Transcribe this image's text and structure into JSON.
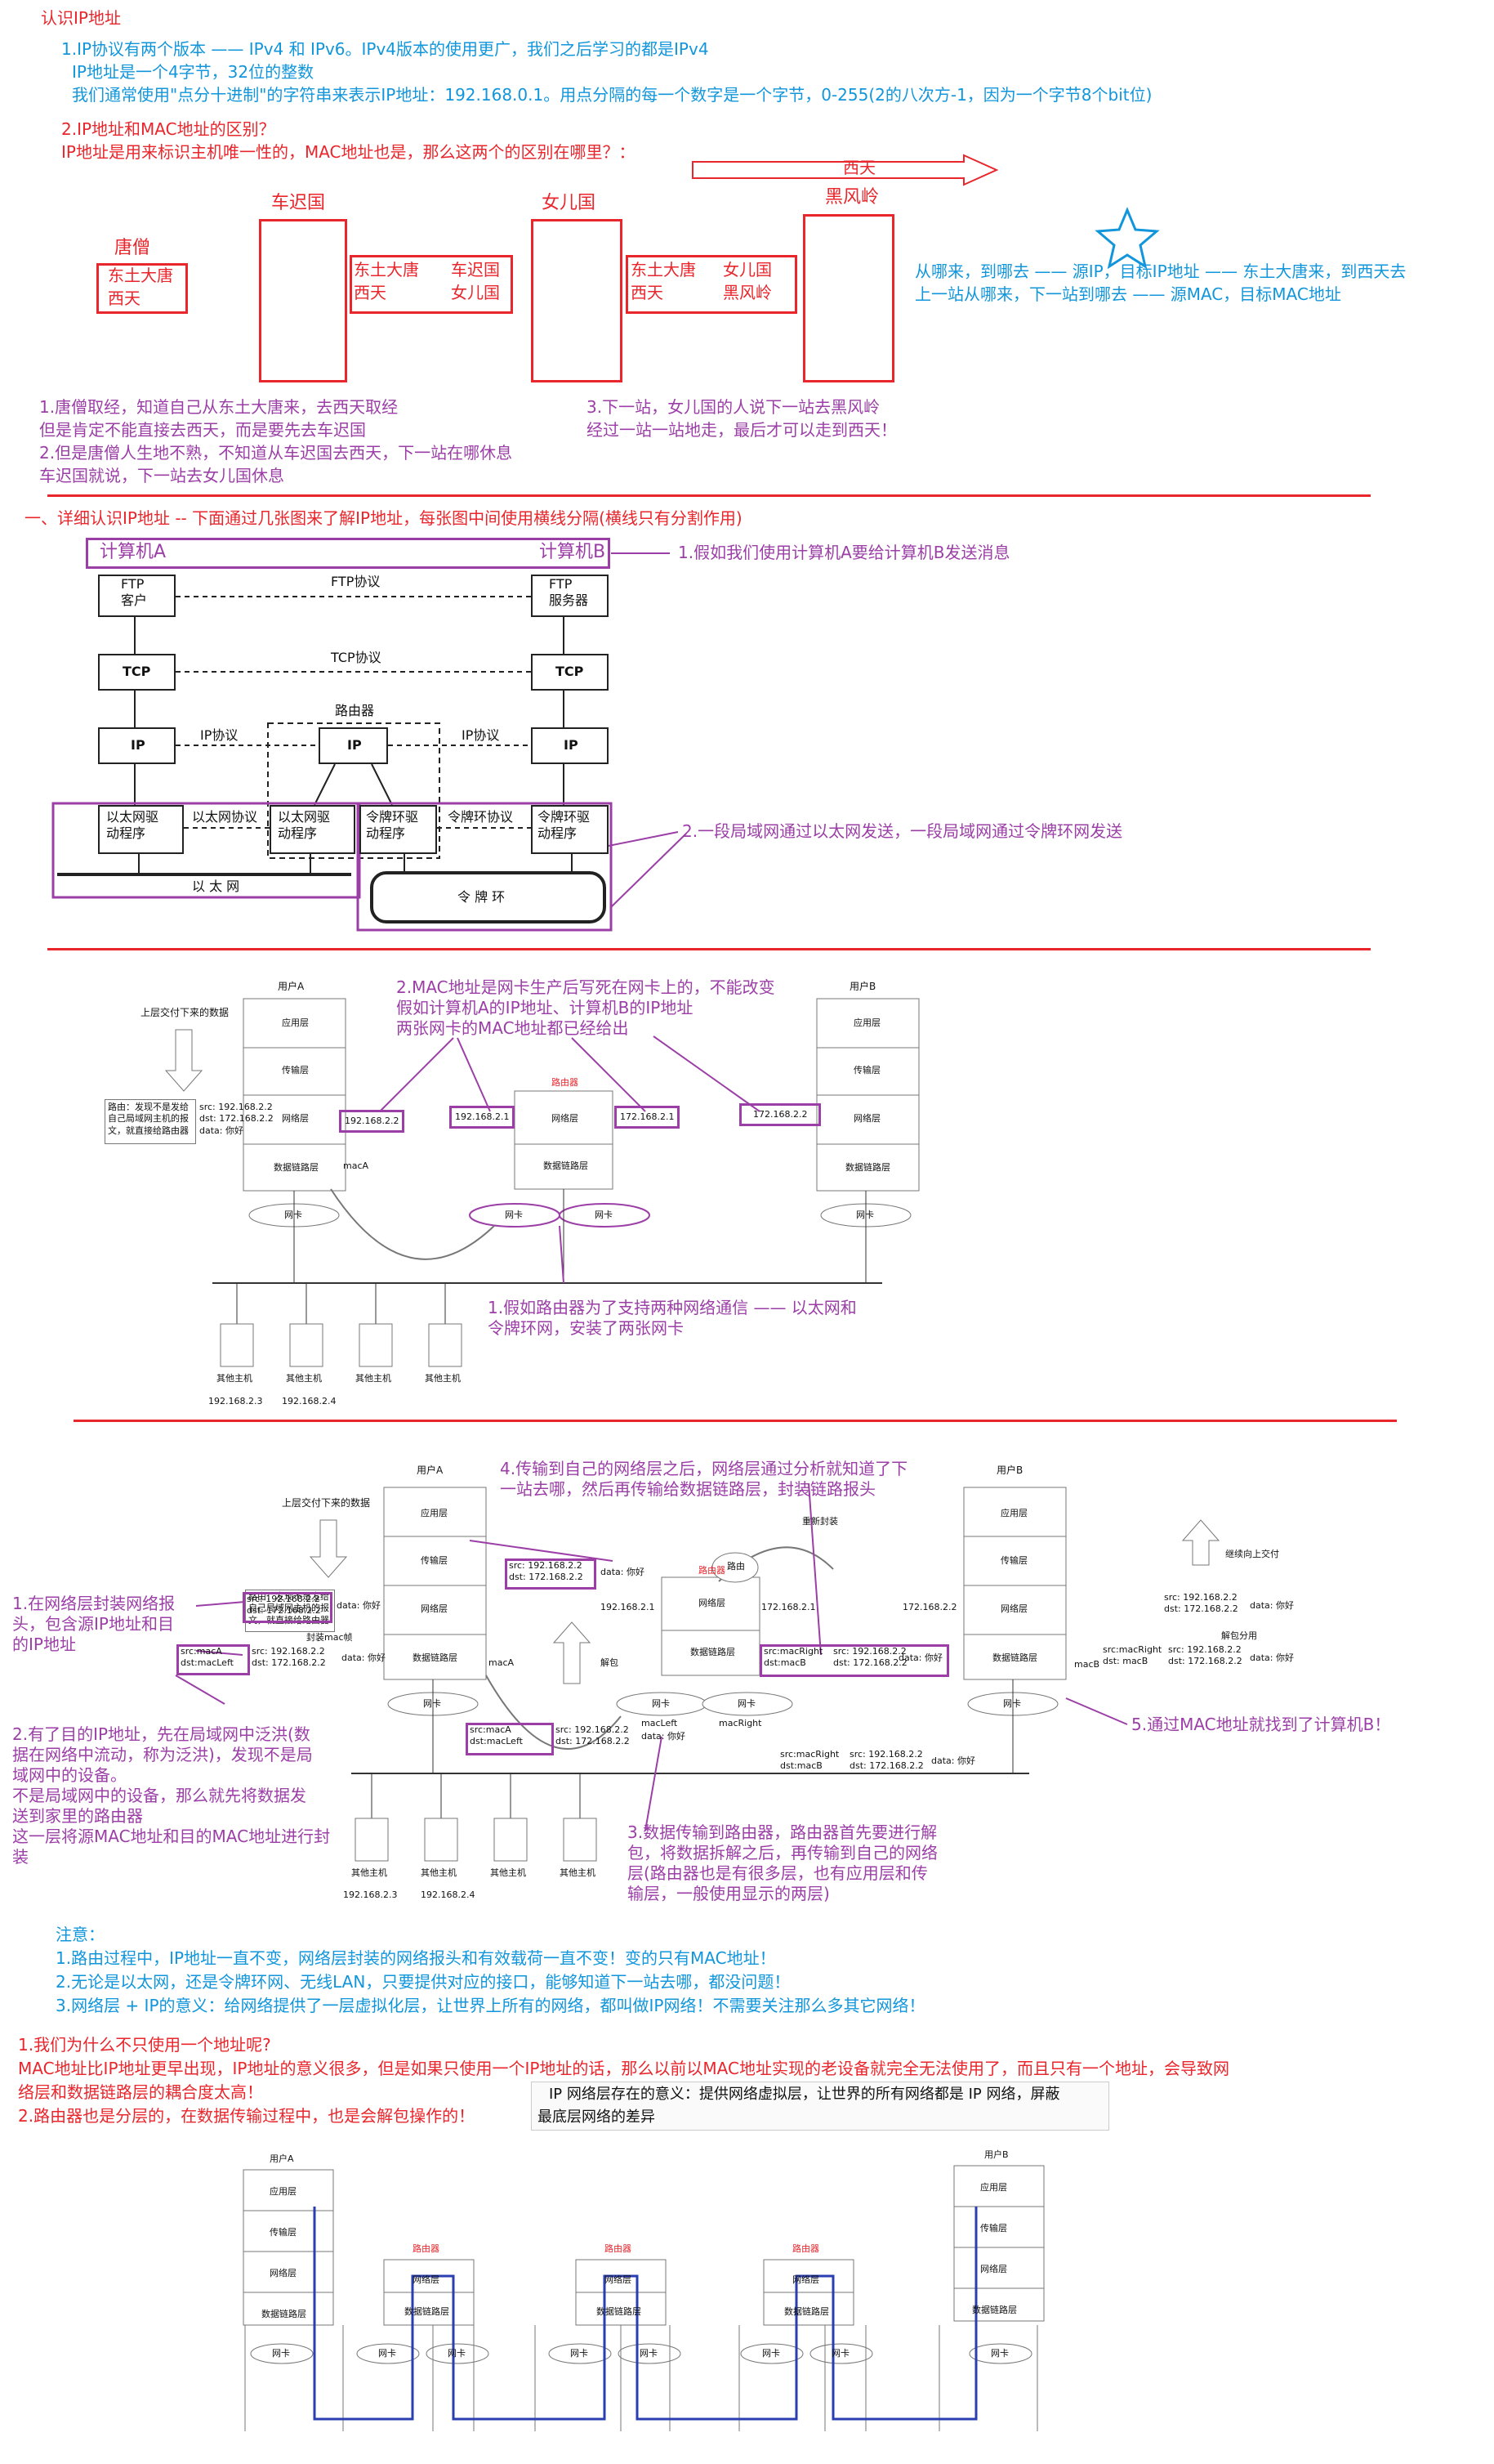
{
  "colors": {
    "red": "#e8262c",
    "blue": "#1296db",
    "purple": "#9b3fa7",
    "darkblue": "#2a3eb1"
  },
  "intro": {
    "title": "认识IP地址",
    "l1": "1.IP协议有两个版本 —— IPv4 和 IPv6。IPv4版本的使用更广，我们之后学习的都是IPv4",
    "l2": "IP地址是一个4字节，32位的整数",
    "l3": "我们通常使用\"点分十进制\"的字符串来表示IP地址：192.168.0.1。用点分隔的每一个数字是一个字节，0-255(2的八次方-1，因为一个字节8个bit位)",
    "l4": "2.IP地址和MAC地址的区别？",
    "l5": "IP地址是用来标识主机唯一性的，MAC地址也是，那么这两个的区别在哪里？：",
    "west": "西天",
    "n1": "车迟国",
    "n2": "女儿国",
    "n3": "黑风岭",
    "n0": "唐僧",
    "b0a": "东土大唐",
    "b0b": "西天",
    "b1a": "东土大唐",
    "b1b": "西天",
    "b1c": "车迟国",
    "b1d": "女儿国",
    "b2a": "东土大唐",
    "b2b": "西天",
    "b2c": "女儿国",
    "b2d": "黑风岭",
    "star_note1": "从哪来，到哪去 —— 源IP，目标IP地址 —— 东土大唐来，到西天去",
    "star_note2": "上一站从哪来，下一站到哪去 —— 源MAC，目标MAC地址",
    "p1": "1.唐僧取经，知道自己从东土大唐来，去西天取经",
    "p2": "但是肯定不能直接去西天，而是要先去车迟国",
    "p3": "2.但是唐僧人生地不熟，不知道从车迟国去西天，下一站在哪休息",
    "p4": "车迟国就说，下一站去女儿国休息",
    "p5": "3.下一站，女儿国的人说下一站去黑风岭",
    "p6": "经过一站一站地走，最后才可以走到西天！"
  },
  "sec1": {
    "title": "一、详细认识IP地址 -- 下面通过几张图来了解IP地址，每张图中间使用横线分隔(横线只有分割作用)",
    "pcA": "计算机A",
    "pcB": "计算机B",
    "note1": "1.假如我们使用计算机A要给计算机B发送消息",
    "ftp_client": "FTP\n客户",
    "ftp_server": "FTP\n服务器",
    "ftp_proto": "FTP协议",
    "tcp": "TCP",
    "tcp_proto": "TCP协议",
    "ip": "IP",
    "ip_proto": "IP协议",
    "router": "路由器",
    "eth_drv": "以太网驱\n动程序",
    "eth_proto": "以太网协议",
    "tr_drv": "令牌环驱\n动程序",
    "tr_proto": "令牌环协议",
    "eth_net": "以 太 网",
    "tr_net": "令 牌 环",
    "note2": "2.一段局域网通过以太网发送，一段局域网通过令牌环网发送"
  },
  "sec2": {
    "userA": "用户A",
    "userB": "用户B",
    "router": "路由器",
    "upper": "上层交付下来的数据",
    "app": "应用层",
    "trans": "传输层",
    "net": "网络层",
    "link": "数据链路层",
    "nic": "网卡",
    "route_note": "路由：发现不是发给\n自己局域网主机的报\n文，就直接给路由器",
    "src": "src: 192.168.2.2\ndst: 172.168.2.2\ndata: 你好",
    "ip1": "192.168.2.2",
    "ip2": "192.168.2.1",
    "ip3": "172.168.2.1",
    "ip4": "172.168.2.2",
    "macA": "macA",
    "host": "其他主机",
    "hip1": "192.168.2.3",
    "hip2": "192.168.2.4",
    "note_mac": "2.MAC地址是网卡生产后写死在网卡上的，不能改变\n假如计算机A的IP地址、计算机B的IP地址\n两张网卡的MAC地址都已经给出",
    "note_nic": "1.假如路由器为了支持两种网络通信 —— 以太网和\n令牌环网，安装了两张网卡"
  },
  "sec3": {
    "note1": "1.在网络层封装网络报\n头，包含源IP地址和目\n的IP地址",
    "note2": "2.有了目的IP地址，先在局域网中泛洪(数\n据在网络中流动，称为泛洪)，发现不是局\n域网中的设备。\n不是局域网中的设备，那么就先将数据发\n送到家里的路由器\n这一层将源MAC地址和目的MAC地址进行封\n装",
    "note3": "3.数据传输到路由器，路由器首先要进行解\n包，将数据拆解之后，再传输到自己的网络\n层(路由器也是有很多层，也有应用层和传\n输层，一般使用显示的两层)",
    "note4": "4.传输到自己的网络层之后，网络层通过分析就知道了下\n一站去哪，然后再传输给数据链路层，封装链路报头",
    "note5": "5.通过MAC地址就找到了计算机B！",
    "repack": "重新封装",
    "route": "路由",
    "unpack": "解包",
    "mac_pack": "封装mac帧",
    "deliver": "继续向上交付",
    "unpack2": "解包分用",
    "sA": "src: 192.168.2.2\ndst: 172.168.2.2",
    "sB": "src:macA\ndst:macLeft",
    "sC": "src:macA\ndst:macLeft",
    "sD": "src:macRight\ndst:macB",
    "sE": "src:macRight\ndst: macB",
    "data": "data: 你好",
    "macLeft": "macLeft",
    "macRight": "macRight",
    "macB": "macB",
    "ip172": "172.168.2.1",
    "ip1722": "172.168.2.2",
    "ip192": "192.168.2.1"
  },
  "summary": {
    "title": "注意：",
    "s1": "1.路由过程中，IP地址一直不变，网络层封装的网络报头和有效载荷一直不变！变的只有MAC地址！",
    "s2": "2.无论是以太网，还是令牌环网、无线LAN，只要提供对应的接口，能够知道下一站去哪，都没问题！",
    "s3": "3.网络层 + IP的意义：给网络提供了一层虚拟化层，让世界上所有的网络，都叫做IP网络！不需要关注那么多其它网络！",
    "q1": "1.我们为什么不只使用一个地址呢?",
    "q2": "MAC地址比IP地址更早出现，IP地址的意义很多，但是如果只使用一个IP地址的话，那么以前以MAC地址实现的老设备就完全无法使用了，而且只有一个地址，会导致网",
    "q3": "络层和数据链路层的耦合度太高！",
    "q4": "2.路由器也是分层的，在数据传输过程中，也是会解包操作的！",
    "tip1": "IP 网络层存在的意义：提供网络虚拟层，让世界的所有网络都是 IP 网络，屏蔽",
    "tip2": "最底层网络的差异"
  }
}
